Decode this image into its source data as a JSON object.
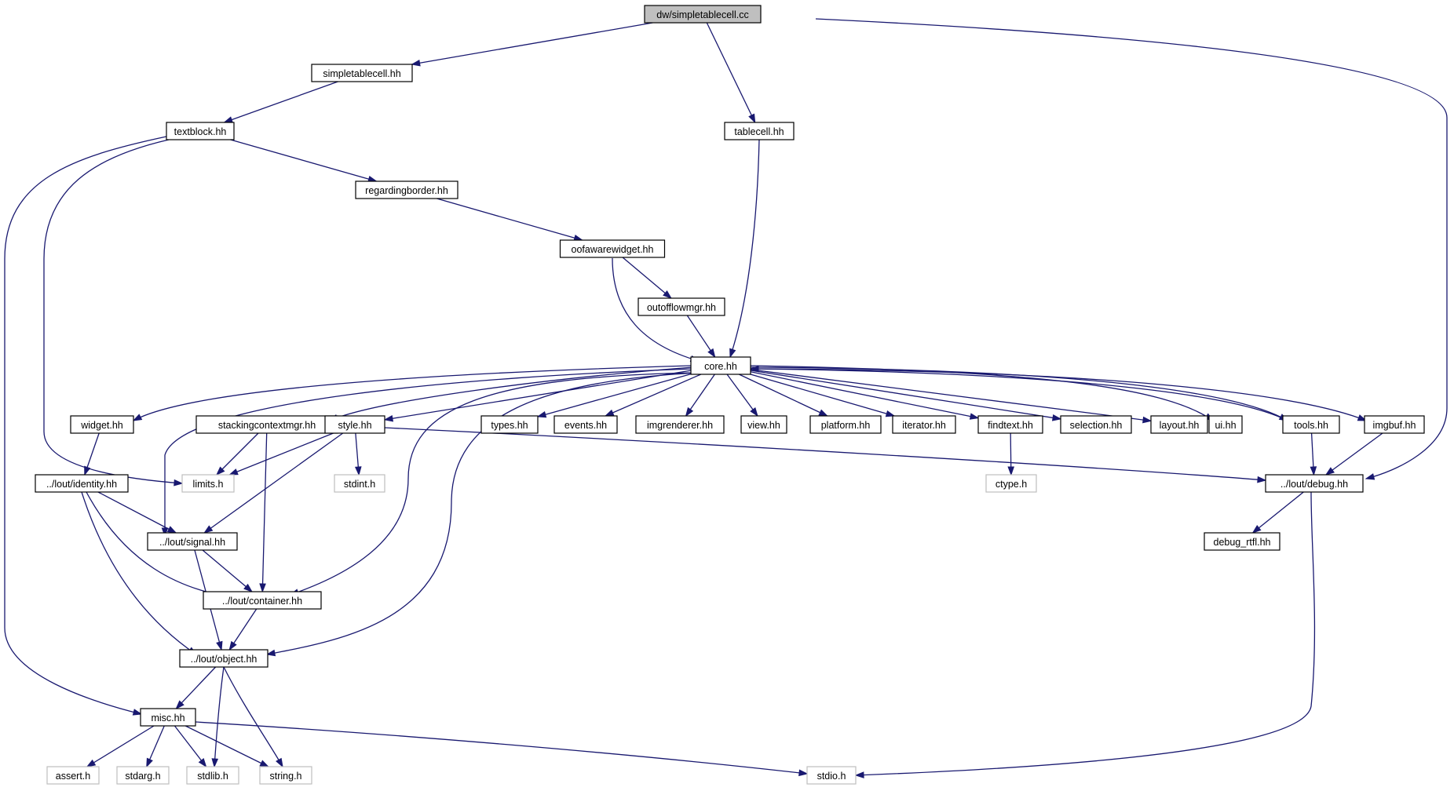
{
  "graph": {
    "colors": {
      "edge": "#191970",
      "node_border": "#000000",
      "root_fill": "#bfbfbf",
      "external_border": "#bfbfbf",
      "text": "#000000",
      "background": "#ffffff"
    },
    "nodes": [
      {
        "id": "root",
        "label": "dw/simpletablecell.cc",
        "kind": "root"
      },
      {
        "id": "simpletablecell",
        "label": "simpletablecell.hh",
        "kind": "file"
      },
      {
        "id": "tablecell",
        "label": "tablecell.hh",
        "kind": "file"
      },
      {
        "id": "textblock",
        "label": "textblock.hh",
        "kind": "file"
      },
      {
        "id": "regardingborder",
        "label": "regardingborder.hh",
        "kind": "file"
      },
      {
        "id": "oofawarewidget",
        "label": "oofawarewidget.hh",
        "kind": "file"
      },
      {
        "id": "outofflowmgr",
        "label": "outofflowmgr.hh",
        "kind": "file"
      },
      {
        "id": "core",
        "label": "core.hh",
        "kind": "file"
      },
      {
        "id": "widget",
        "label": "widget.hh",
        "kind": "file"
      },
      {
        "id": "stackingcontextmgr",
        "label": "stackingcontextmgr.hh",
        "kind": "file"
      },
      {
        "id": "style",
        "label": "style.hh",
        "kind": "file"
      },
      {
        "id": "types",
        "label": "types.hh",
        "kind": "file"
      },
      {
        "id": "events",
        "label": "events.hh",
        "kind": "file"
      },
      {
        "id": "imgrenderer",
        "label": "imgrenderer.hh",
        "kind": "file"
      },
      {
        "id": "view",
        "label": "view.hh",
        "kind": "file"
      },
      {
        "id": "platform",
        "label": "platform.hh",
        "kind": "file"
      },
      {
        "id": "iterator",
        "label": "iterator.hh",
        "kind": "file"
      },
      {
        "id": "findtext",
        "label": "findtext.hh",
        "kind": "file"
      },
      {
        "id": "selection",
        "label": "selection.hh",
        "kind": "file"
      },
      {
        "id": "layout",
        "label": "layout.hh",
        "kind": "file"
      },
      {
        "id": "ui",
        "label": "ui.hh",
        "kind": "file"
      },
      {
        "id": "tools",
        "label": "tools.hh",
        "kind": "file"
      },
      {
        "id": "imgbuf",
        "label": "imgbuf.hh",
        "kind": "file"
      },
      {
        "id": "identity",
        "label": "../lout/identity.hh",
        "kind": "file"
      },
      {
        "id": "limits",
        "label": "limits.h",
        "kind": "external"
      },
      {
        "id": "stdint",
        "label": "stdint.h",
        "kind": "external"
      },
      {
        "id": "ctype",
        "label": "ctype.h",
        "kind": "external"
      },
      {
        "id": "debug",
        "label": "../lout/debug.hh",
        "kind": "file"
      },
      {
        "id": "signal",
        "label": "../lout/signal.hh",
        "kind": "file"
      },
      {
        "id": "debug_rtfl",
        "label": "debug_rtfl.hh",
        "kind": "file"
      },
      {
        "id": "container",
        "label": "../lout/container.hh",
        "kind": "file"
      },
      {
        "id": "object",
        "label": "../lout/object.hh",
        "kind": "file"
      },
      {
        "id": "misc",
        "label": "misc.hh",
        "kind": "file"
      },
      {
        "id": "assert",
        "label": "assert.h",
        "kind": "external"
      },
      {
        "id": "stdarg",
        "label": "stdarg.h",
        "kind": "external"
      },
      {
        "id": "stdlib",
        "label": "stdlib.h",
        "kind": "external"
      },
      {
        "id": "string",
        "label": "string.h",
        "kind": "external"
      },
      {
        "id": "stdio",
        "label": "stdio.h",
        "kind": "external"
      }
    ],
    "edges": [
      {
        "from": "root",
        "to": "simpletablecell"
      },
      {
        "from": "root",
        "to": "tablecell"
      },
      {
        "from": "root",
        "to": "debug"
      },
      {
        "from": "simpletablecell",
        "to": "textblock"
      },
      {
        "from": "textblock",
        "to": "regardingborder"
      },
      {
        "from": "textblock",
        "to": "limits"
      },
      {
        "from": "textblock",
        "to": "misc"
      },
      {
        "from": "tablecell",
        "to": "core"
      },
      {
        "from": "regardingborder",
        "to": "oofawarewidget"
      },
      {
        "from": "oofawarewidget",
        "to": "outofflowmgr"
      },
      {
        "from": "oofawarewidget",
        "to": "core"
      },
      {
        "from": "outofflowmgr",
        "to": "core"
      },
      {
        "from": "core",
        "to": "widget"
      },
      {
        "from": "core",
        "to": "stackingcontextmgr"
      },
      {
        "from": "core",
        "to": "style"
      },
      {
        "from": "core",
        "to": "types"
      },
      {
        "from": "core",
        "to": "events"
      },
      {
        "from": "core",
        "to": "imgrenderer"
      },
      {
        "from": "core",
        "to": "view"
      },
      {
        "from": "core",
        "to": "platform"
      },
      {
        "from": "core",
        "to": "iterator"
      },
      {
        "from": "core",
        "to": "findtext"
      },
      {
        "from": "core",
        "to": "selection"
      },
      {
        "from": "core",
        "to": "layout"
      },
      {
        "from": "core",
        "to": "ui"
      },
      {
        "from": "core",
        "to": "tools"
      },
      {
        "from": "core",
        "to": "imgbuf"
      },
      {
        "from": "core",
        "to": "signal"
      },
      {
        "from": "core",
        "to": "container"
      },
      {
        "from": "core",
        "to": "object"
      },
      {
        "from": "tools",
        "to": "core"
      },
      {
        "from": "widget",
        "to": "identity"
      },
      {
        "from": "stackingcontextmgr",
        "to": "limits"
      },
      {
        "from": "stackingcontextmgr",
        "to": "container"
      },
      {
        "from": "style",
        "to": "limits"
      },
      {
        "from": "style",
        "to": "stdint"
      },
      {
        "from": "style",
        "to": "signal"
      },
      {
        "from": "style",
        "to": "debug"
      },
      {
        "from": "findtext",
        "to": "ctype"
      },
      {
        "from": "tools",
        "to": "debug"
      },
      {
        "from": "imgbuf",
        "to": "debug"
      },
      {
        "from": "identity",
        "to": "signal"
      },
      {
        "from": "identity",
        "to": "container"
      },
      {
        "from": "identity",
        "to": "object"
      },
      {
        "from": "signal",
        "to": "container"
      },
      {
        "from": "signal",
        "to": "object"
      },
      {
        "from": "container",
        "to": "object"
      },
      {
        "from": "debug",
        "to": "debug_rtfl"
      },
      {
        "from": "debug",
        "to": "stdio"
      },
      {
        "from": "object",
        "to": "misc"
      },
      {
        "from": "object",
        "to": "stdlib"
      },
      {
        "from": "object",
        "to": "string"
      },
      {
        "from": "misc",
        "to": "assert"
      },
      {
        "from": "misc",
        "to": "stdarg"
      },
      {
        "from": "misc",
        "to": "stdlib"
      },
      {
        "from": "misc",
        "to": "string"
      },
      {
        "from": "misc",
        "to": "stdio"
      }
    ]
  }
}
